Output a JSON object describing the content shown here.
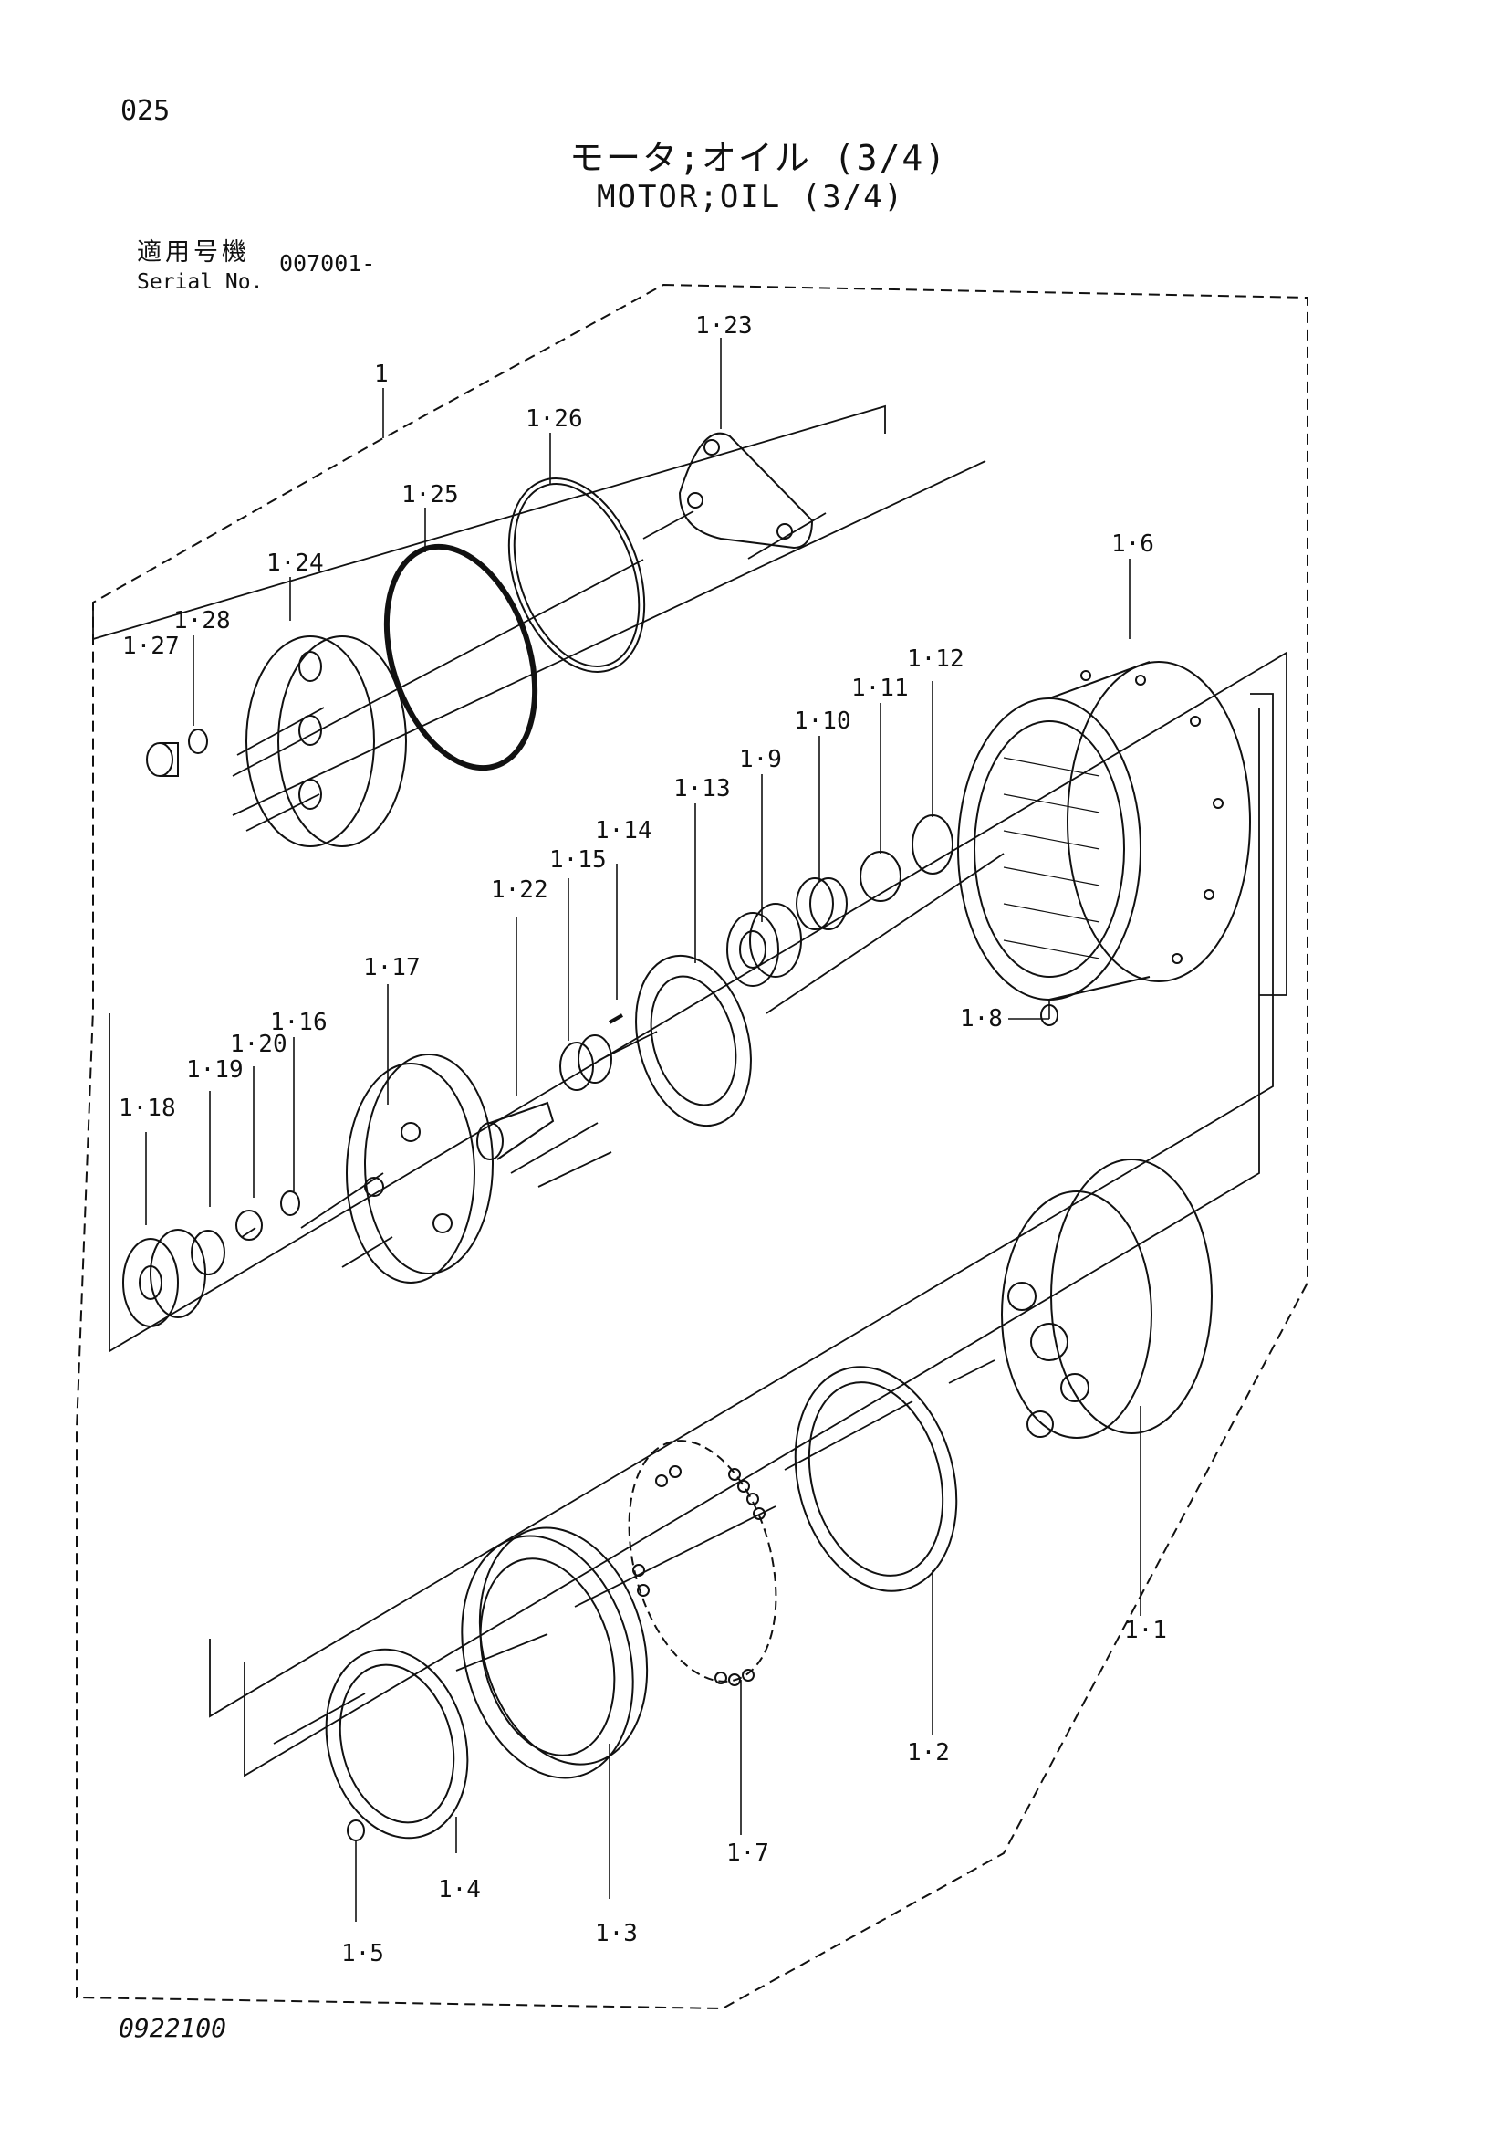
{
  "page_number": "025",
  "title_jp": "モータ;オイル (3/4)",
  "title_en": "MOTOR;OIL (3/4)",
  "serial": {
    "label_jp": "適用号機",
    "label_en": "Serial No.",
    "value": "007001-"
  },
  "doc_number": "0922100",
  "part_labels": {
    "p1": "1",
    "p1_1": "1·1",
    "p1_2": "1·2",
    "p1_3": "1·3",
    "p1_4": "1·4",
    "p1_5": "1·5",
    "p1_6": "1·6",
    "p1_7": "1·7",
    "p1_8": "1·8",
    "p1_9": "1·9",
    "p1_10": "1·10",
    "p1_11": "1·11",
    "p1_12": "1·12",
    "p1_13": "1·13",
    "p1_14": "1·14",
    "p1_15": "1·15",
    "p1_16": "1·16",
    "p1_17": "1·17",
    "p1_18": "1·18",
    "p1_19": "1·19",
    "p1_20": "1·20",
    "p1_22": "1·22",
    "p1_23": "1·23",
    "p1_24": "1·24",
    "p1_25": "1·25",
    "p1_26": "1·26",
    "p1_27": "1·27",
    "p1_28": "1·28"
  }
}
